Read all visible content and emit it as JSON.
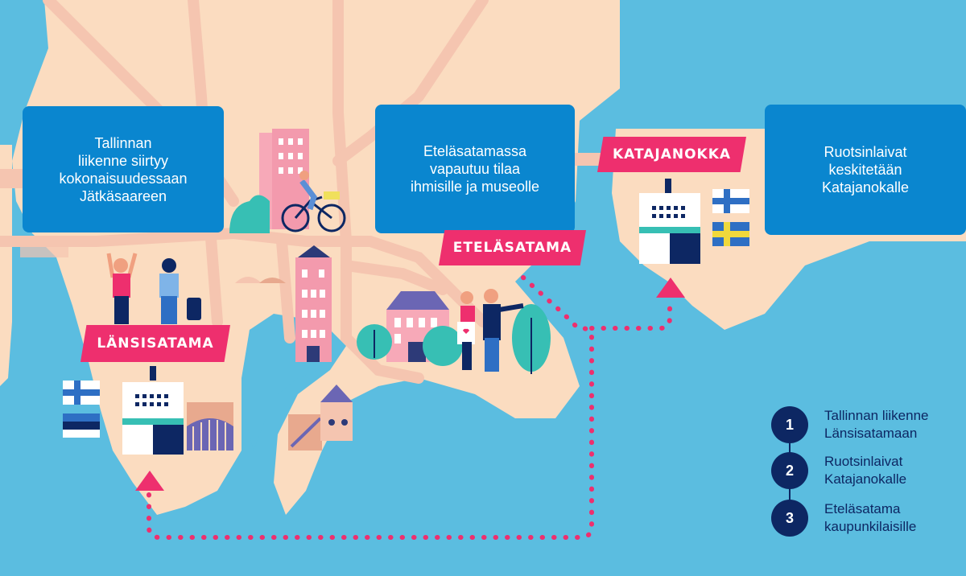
{
  "colors": {
    "sea": "#5bbde0",
    "land": "#fbdcc0",
    "road": "#f5c5b0",
    "box_blue": "#0a86cf",
    "label_pink": "#ee2f6e",
    "route_pink": "#ee2f6e",
    "navy": "#0d2763"
  },
  "info_boxes": {
    "tallinn": "Tallinnan\nliikenne siirtyy\nkokonaisuudessaan\nJätkäsaareen",
    "etelasatama": "Eteläsatamassa\nvapautuu tilaa\nihmisille ja museolle",
    "ruotsi": "Ruotsinlaivat\nkeskitetään\nKatajanokalle"
  },
  "place_labels": {
    "katajanokka": "KATAJANOKKA",
    "etelasatama": "ETELÄSATAMA",
    "lansisatama": "LÄNSISATAMA"
  },
  "flags": {
    "lansisatama": [
      "finland-flag",
      "estonia-flag"
    ],
    "katajanokka": [
      "finland-flag",
      "sweden-flag"
    ]
  },
  "legend": [
    {
      "number": "1",
      "text": "Tallinnan liikenne\nLänsisatamaan"
    },
    {
      "number": "2",
      "text": "Ruotsinlaivat\nKatajanokalle"
    },
    {
      "number": "3",
      "text": "Eteläsatama\nkaupunkilaisille"
    }
  ]
}
